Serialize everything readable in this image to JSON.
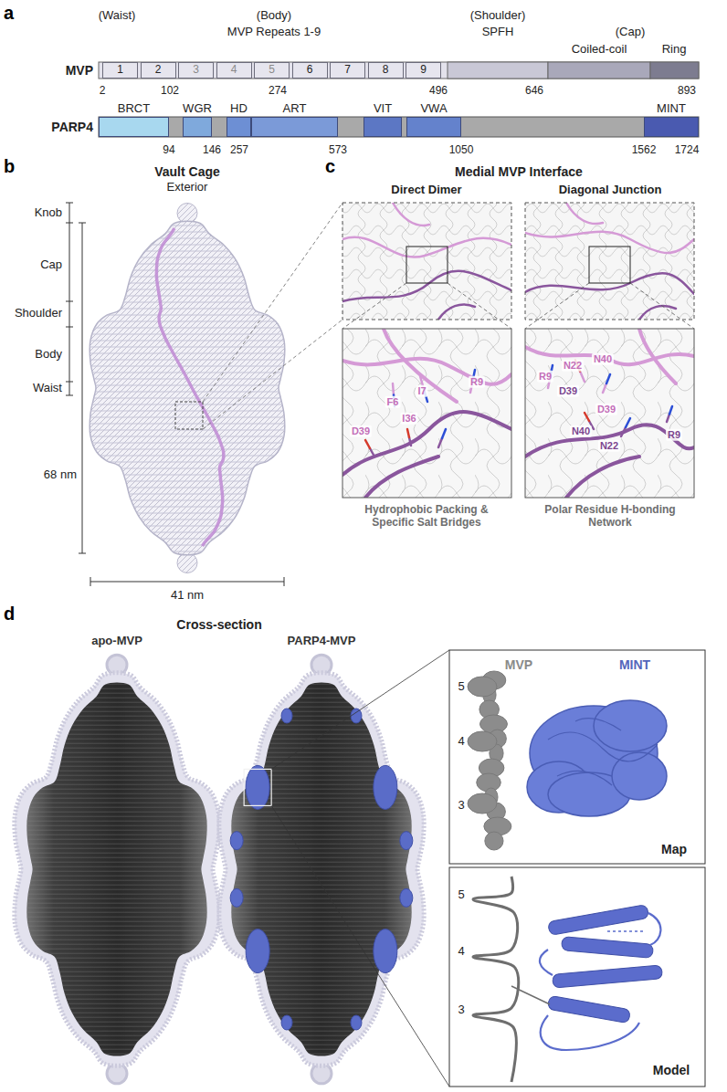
{
  "diagram": {
    "nodes": [
      {
        "text": [
          "1"
        ]
      },
      {
        "text": [
          "2"
        ]
      },
      {
        "text": [
          "3"
        ]
      },
      {
        "text": [
          "4"
        ]
      },
      {
        "text": [
          "5"
        ]
      },
      {
        "text": [
          "6"
        ]
      },
      {
        "text": [
          "7"
        ]
      },
      {
        "text": [
          "8"
        ]
      },
      {
        "text": [
          "9"
        ]
      },
      {
        "text": [
          "BRCT"
        ]
      },
      {
        "text": [
          "WGR"
        ]
      },
      {
        "text": [
          "HD"
        ]
      },
      {
        "text": [
          "ART"
        ]
      },
      {
        "text": [
          "VIT"
        ]
      },
      {
        "text": [
          "VWA"
        ]
      },
      {
        "text": [
          "MINT"
        ]
      }
    ],
    "labels": [
      "a",
      "(Waist)",
      "(Body)",
      "MVP Repeats 1-9",
      "(Shoulder)",
      "SPFH",
      "Coiled-coil",
      "(Cap)",
      "Ring",
      "MVP",
      "2",
      "102",
      "274",
      "496",
      "646",
      "893",
      "PARP4",
      "94",
      "146",
      "257",
      "573",
      "1050",
      "1562",
      "1724",
      "b",
      "Vault Cage",
      "Exterior",
      "Knob",
      "Cap",
      "Shoulder",
      "Body",
      "Waist",
      "68 nm",
      "41 nm",
      "c",
      "Medial MVP Interface",
      "Direct Dimer",
      "Diagonal Junction",
      "D39",
      "F6",
      "I7",
      "I36",
      "R9",
      "R9",
      "N22",
      "N40",
      "D39",
      "D39",
      "N40",
      "N22",
      "R9",
      "Hydrophobic Packing & Specific Salt Bridges",
      "Polar Residue H-bonding Network",
      "d",
      "Cross-section",
      "apo-MVP",
      "PARP4-MVP",
      "MVP",
      "MINT",
      "5",
      "4",
      "3",
      "Map",
      "5",
      "4",
      "3",
      "Model"
    ]
  }
}
